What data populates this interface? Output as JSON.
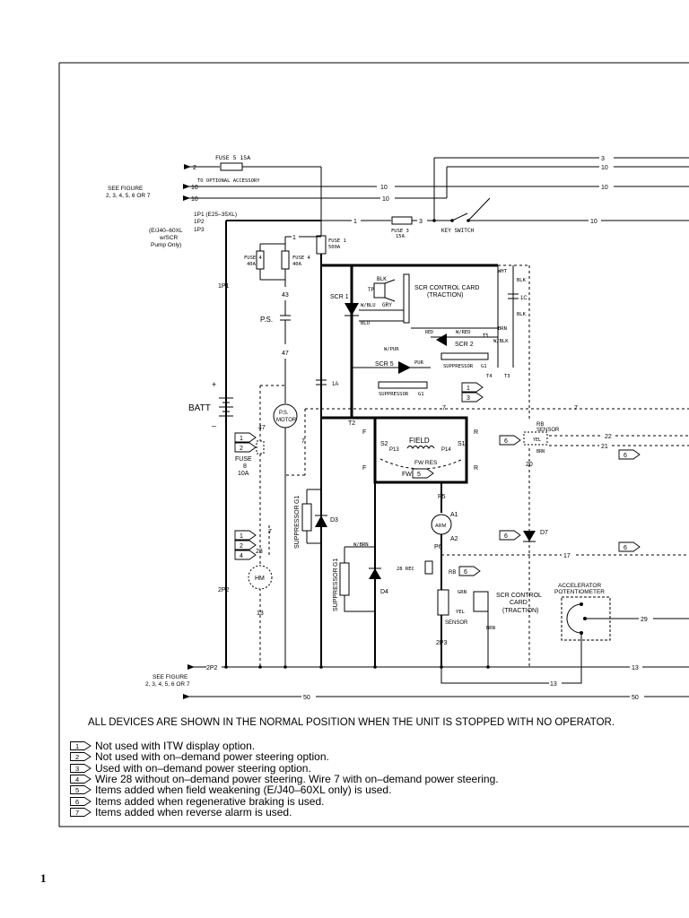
{
  "labels": {
    "fuse5": "FUSE 5 15A",
    "to_optional": "TO OPTIONAL ACCESSORY",
    "see_figure_top": "SEE FIGURE",
    "see_figure_top2": "2, 3, 4, 5, 6 OR 7",
    "p1p1": "1P1 (E25–35XL)",
    "p1p2": "1P2",
    "p1p3": "1P3",
    "ej40": "(E/J40–60XL",
    "wscr": "w/SCR",
    "pump": "Pump Only)",
    "fuse3": "FUSE 3",
    "fuse3b": "15A",
    "keyswitch": "KEY SWITCH",
    "fuse1": "FUSE 1",
    "fuse1b": "500A",
    "fuse4a": "FUSE 4",
    "fuse4ab": "40A",
    "fuse4b": "FUSE 4",
    "fuse4bb": "40A",
    "ps": "P.S.",
    "batt": "BATT",
    "psmotor1": "P.S.",
    "psmotor2": "MOTOR",
    "fuse8": "FUSE",
    "fuse8b": "8",
    "fuse8c": "10A",
    "hm": "HM",
    "scr1": "SCR 1",
    "scr2": "SCR 2",
    "scr5": "SCR 5",
    "scrcard": "SCR CONTROL CARD",
    "traction": "(TRACTION)",
    "suppressor": "SUPPRESSOR",
    "g1": "G1",
    "t2": "T2",
    "field": "FIELD",
    "fwres": "FW RES",
    "fw": "FW",
    "p5": "P5",
    "a1": "A1",
    "a2": "A2",
    "arm": "ARM",
    "p6": "P6",
    "d3": "D3",
    "d4": "D4",
    "d7": "D7",
    "rb_sensor1": "RB",
    "rb_sensor2": "SENSOR",
    "rb": "RB",
    "sensor": "SENSOR",
    "scrcard2a": "SCR CONTROL",
    "scrcard2b": "CARD",
    "scrcard2c": "(TRACTION)",
    "accel1": "ACCELERATOR",
    "accel2": "POTENTIOMETER",
    "see_figure_bot": "SEE FIGURE",
    "see_figure_bot2": "2, 3, 4, 5, 6 OR 7",
    "p2p2a": "2P2",
    "p2p2b": "2P2",
    "p2p3": "2P3",
    "brn": "BRN",
    "grn": "GRN",
    "yel": "YEL",
    "blk": "BLK",
    "gry": "GRY",
    "wblu": "W/BLU",
    "blu": "BLU",
    "wpur": "W/PUR",
    "pur": "PUR",
    "red": "RED",
    "wred": "W/RED",
    "wblk": "W/BLK",
    "wht": "WHT",
    "wbrn": "W/BRN",
    "tp": "TP",
    "f": "F",
    "r": "R",
    "s2": "S2",
    "s1": "S1",
    "p13": "P13",
    "p14": "P14",
    "t4": "T4",
    "t3": "T3",
    "t5": "T5",
    "one_c": "1C",
    "one_a": "1A",
    "rec28": "28 REC"
  },
  "wires": {
    "w1": "1",
    "w2": "2",
    "w3": "3",
    "w7": "7",
    "w10": "10",
    "w13": "13",
    "w17": "17",
    "w20": "20",
    "w21": "21",
    "w22": "22",
    "w28": "28",
    "w29": "29",
    "w43": "43",
    "w47": "47",
    "w50": "50"
  },
  "footer": "ALL DEVICES ARE SHOWN IN THE NORMAL POSITION WHEN THE UNIT IS STOPPED WITH NO OPERATOR.",
  "notes": [
    {
      "tag": "1",
      "text": "Not used with ITW display option."
    },
    {
      "tag": "2",
      "text": "Not used with on–demand power steering option."
    },
    {
      "tag": "3",
      "text": "Used with on–demand power steering option."
    },
    {
      "tag": "4",
      "text": "Wire 28 without on–demand power steering. Wire 7 with  on–demand power steering."
    },
    {
      "tag": "5",
      "text": "Items added when field weakening (E/J40–60XL only) is used."
    },
    {
      "tag": "6",
      "text": "Items added when regenerative braking is used."
    },
    {
      "tag": "7",
      "text": "Items added when reverse alarm is used."
    }
  ],
  "page_number": "1"
}
